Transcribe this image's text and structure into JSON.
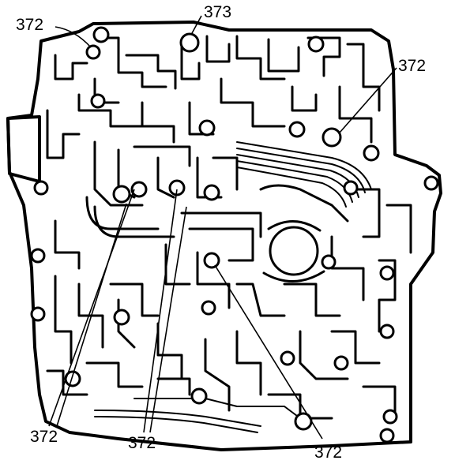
{
  "callouts": {
    "top_left": "372",
    "top_center": "373",
    "top_right": "372",
    "bottom_left": "372",
    "bottom_center": "372",
    "bottom_right": "372"
  }
}
